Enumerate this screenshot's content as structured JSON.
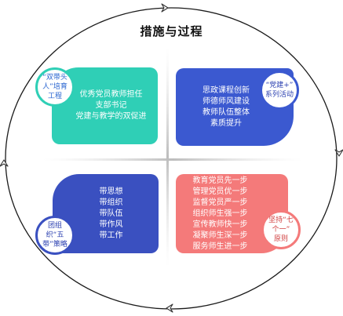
{
  "title": "措施与过程",
  "quadrants": {
    "top_left": {
      "badge": [
        "“双带头",
        "人”培育",
        "工程"
      ],
      "lines": [
        "优秀党员教师担任",
        "支部书记",
        "党建与教学的双促进"
      ],
      "color": "#2fcfb6"
    },
    "top_right": {
      "badge": [
        "“党建+”",
        "系列活动"
      ],
      "lines": [
        "思政课程创新",
        "师德师风建设",
        "教师队伍整体",
        "素质提升"
      ],
      "color": "#3b59d0"
    },
    "bottom_left": {
      "badge": [
        "团组",
        "织“五",
        "带”策略"
      ],
      "lines": [
        "带思想",
        "带组织",
        "带队伍",
        "带作风",
        "带工作"
      ],
      "color": "#3a50c0"
    },
    "bottom_right": {
      "badge": [
        "坚持“七",
        "个一”",
        "原则"
      ],
      "lines": [
        "教育党员先一步",
        "管理党员优一步",
        "监督党员严一步",
        "组织师生强一步",
        "宣传教师快一步",
        "凝聚师生深一步",
        "服务师生进一步"
      ],
      "color": "#f47a7a"
    }
  },
  "ring_color": "#1a1a1a",
  "axis_color": "#c8c8c8"
}
